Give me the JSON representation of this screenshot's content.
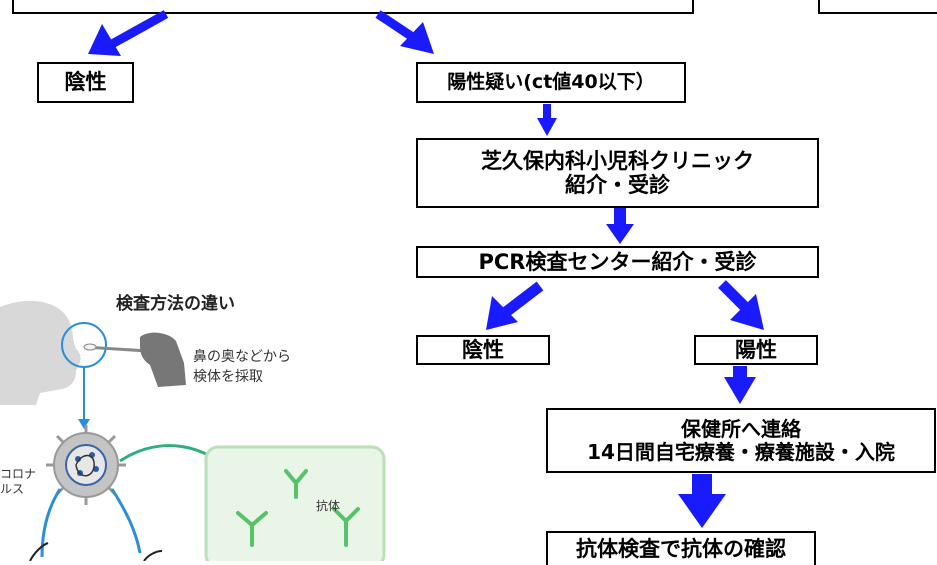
{
  "flowchart": {
    "negative_left": "陰性",
    "suspected_positive": "陽性疑い(ct値40以下）",
    "clinic_line1": "芝久保内科小児科クリニック",
    "clinic_line2": "紹介・受診",
    "pcr_center": "PCR検査センター紹介・受診",
    "pcr_negative": "陰性",
    "pcr_positive": "陽性",
    "health_center_line1": "保健所へ連絡",
    "health_center_line2": "14日間自宅療養・療養施設・入院",
    "antibody_check": "抗体検査で抗体の確認"
  },
  "illustration": {
    "title": "検査方法の違い",
    "sample_line1": "鼻の奥などから",
    "sample_line2": "検体を採取",
    "corona_line1": "コロナ",
    "corona_line2": "ルス",
    "antibody_label": "抗体"
  },
  "colors": {
    "arrow": "#1a1aff",
    "illus_arrow": "#2a8fd8",
    "illus_green_arrow": "#2fae7e",
    "antibody": "#56c26a",
    "panel_bg": "#e9f5e7"
  }
}
